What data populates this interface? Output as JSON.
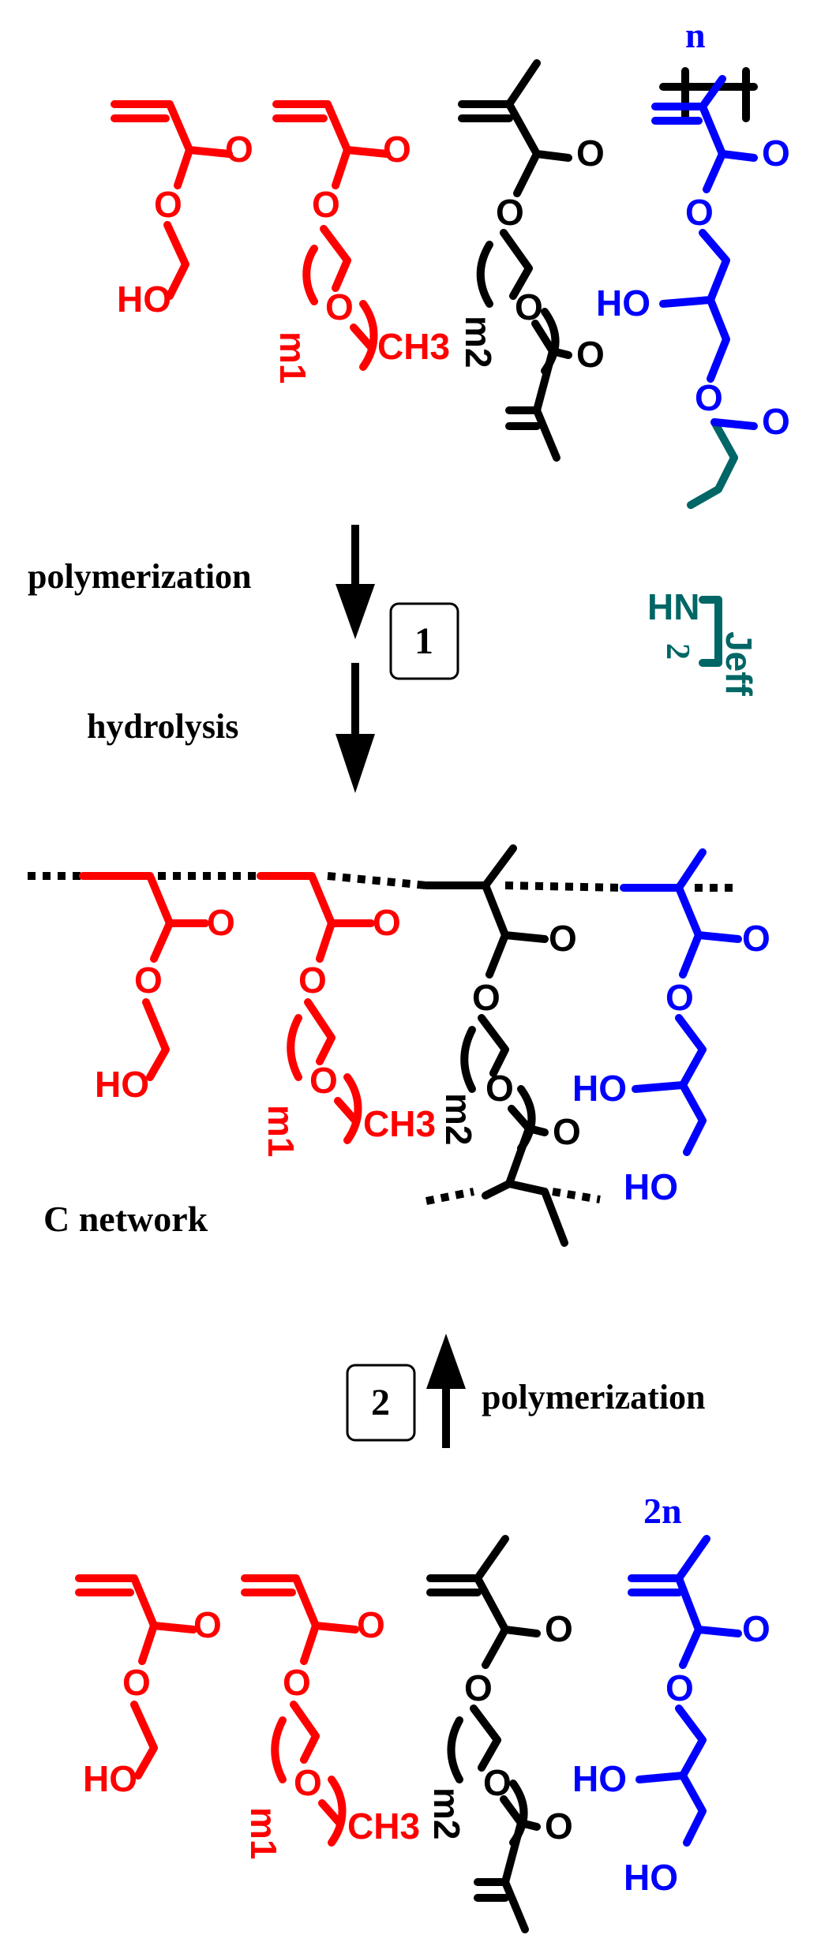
{
  "colors": {
    "red": "#ff0000",
    "black": "#000000",
    "blue": "#0000ff",
    "teal": "#006666"
  },
  "labels": {
    "O": "O",
    "HO": "HO",
    "CH3": "CH3",
    "m1": "m1",
    "m2": "m2",
    "n": "n",
    "two_n": "2n",
    "HN": "HN",
    "two": "2",
    "jeff": "Jeff"
  },
  "steps": {
    "polymerization": "polymerization",
    "hydrolysis": "hydrolysis",
    "step1": "1",
    "step2": "2",
    "network": "C network"
  }
}
